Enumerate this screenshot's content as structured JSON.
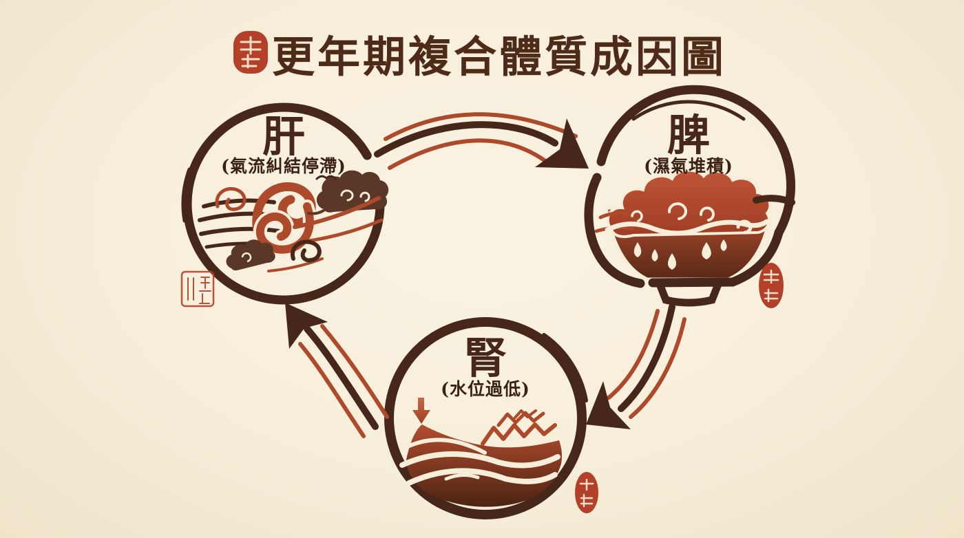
{
  "title": {
    "text": "更年期複合體質成因圖"
  },
  "nodes": [
    {
      "id": "liver",
      "organ": "肝",
      "subtitle": "(氣流糾結停滯)",
      "motif": "wind-knot-qi-stagnation"
    },
    {
      "id": "spleen",
      "organ": "脾",
      "subtitle": "(濕氣堆積)",
      "motif": "bowl-damp-cloud-drips"
    },
    {
      "id": "kidney",
      "organ": "腎",
      "subtitle": "(水位過低)",
      "motif": "low-water-level-waves"
    }
  ],
  "cycle_arrows": [
    {
      "from": "肝",
      "to": "脾"
    },
    {
      "from": "脾",
      "to": "腎"
    },
    {
      "from": "腎",
      "to": "肝"
    }
  ],
  "seals": [
    {
      "id": "title-seal",
      "style": "solid-red-stamp"
    },
    {
      "id": "liver-seal",
      "style": "outline-red-stamp"
    },
    {
      "id": "spleen-seal",
      "style": "solid-red-stamp"
    },
    {
      "id": "kidney-seal",
      "style": "solid-red-stamp"
    }
  ],
  "colors": {
    "background": "#f7eeda",
    "background_edge": "#efe4ca",
    "ink": "#46271a",
    "ink_soft": "#5a3726",
    "rust": "#ae4a2c",
    "rust_deep": "#8f3a22",
    "seal_red": "#b5402a",
    "cream": "#f7eeda",
    "title_ink": "#4e2b18",
    "label_ink": "#3a2114"
  }
}
